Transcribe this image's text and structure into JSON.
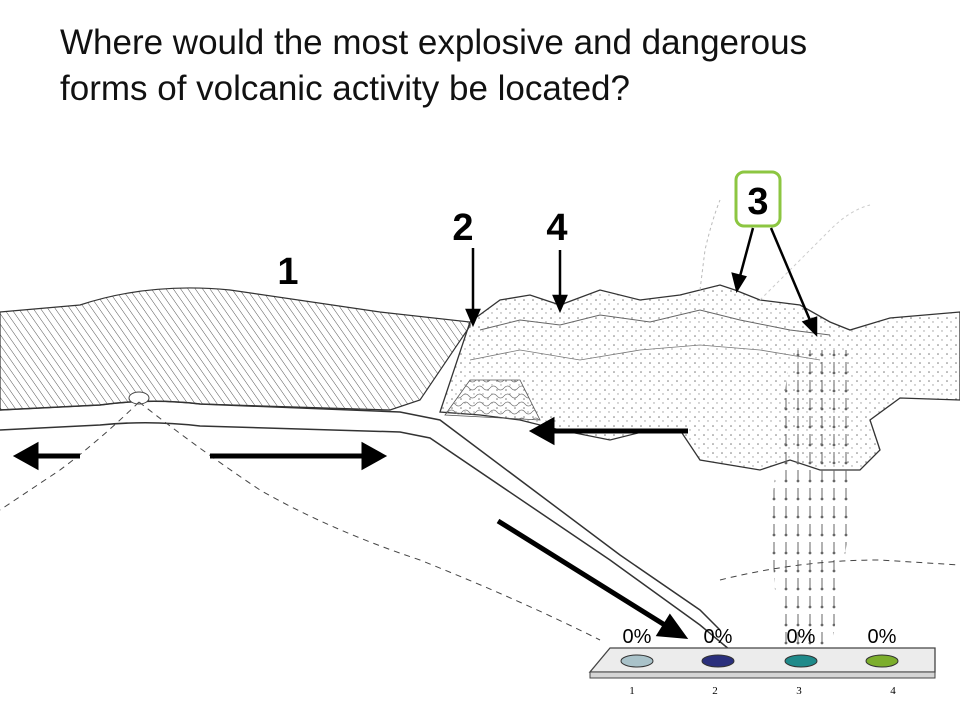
{
  "question": "Where would the most explosive and dangerous forms of volcanic activity be located?",
  "labels": [
    "1",
    "2",
    "4",
    "3"
  ],
  "highlight": {
    "label": "3",
    "color": "#8cc641"
  },
  "poll": {
    "options": [
      {
        "label": "1",
        "percent": "0%",
        "color": "#a9c2c9"
      },
      {
        "label": "2",
        "percent": "0%",
        "color": "#2a2f7c"
      },
      {
        "label": "3",
        "percent": "0%",
        "color": "#1f8a8a"
      },
      {
        "label": "4",
        "percent": "0%",
        "color": "#7cae2c"
      }
    ]
  }
}
